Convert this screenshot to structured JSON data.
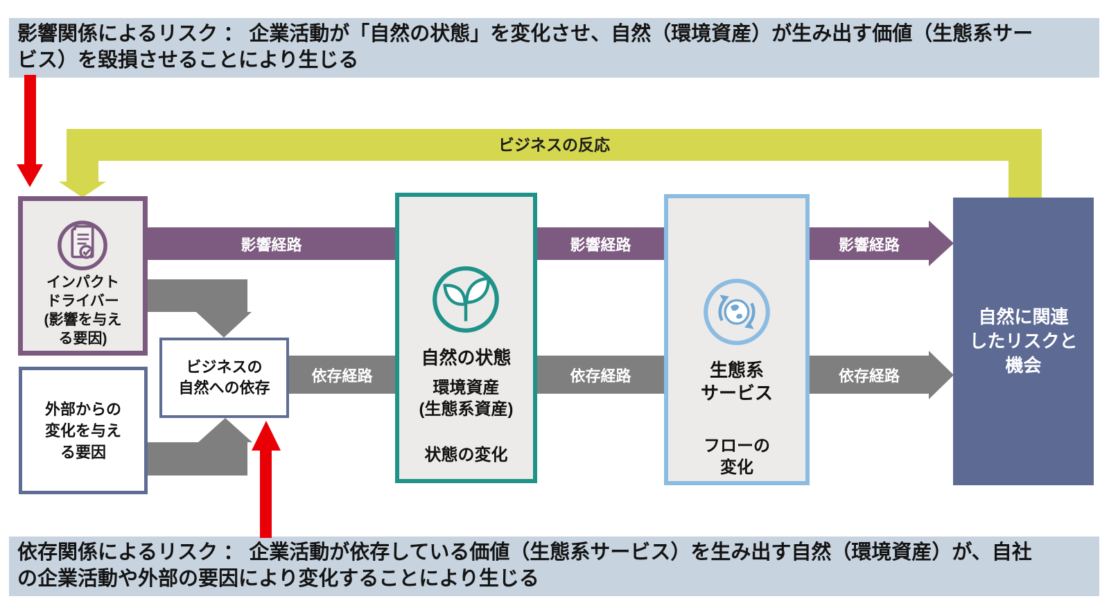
{
  "colors": {
    "banner_bg": "#c7d3df",
    "feedback_yellow": "#d5d84e",
    "impact_purple": "#7d5b80",
    "dependency_gray": "#7f7f7f",
    "nature_teal": "#1f9289",
    "ecosystem_blue": "#8cbce2",
    "risk_slate": "#5d6b94",
    "alert_red": "#e90006",
    "node_bg": "#edebe9",
    "white_node_border": "#5f6d94"
  },
  "banners": {
    "top": "影響関係によるリスク ： 企業活動が「自然の状態」を変化させ、自然（環境資産）が生み出す価値（生態系サー\nビス）を毀損させることにより生じる",
    "bottom": "依存関係によるリスク ： 企業活動が依存している価値（生態系サービス）を生み出す自然（環境資産）が、自社\nの企業活動や外部の要因により変化することにより生じる"
  },
  "feedback": {
    "label": "ビジネスの反応"
  },
  "pathways": {
    "impact_label": "影響経路",
    "dependency_label": "依存経路"
  },
  "nodes": {
    "impact_driver": {
      "label": "インパクト\nドライバー\n(影響を与え\nる要因)",
      "icon": "document-check-icon"
    },
    "external_factors": {
      "label": "外部からの\n変化を与え\nる要因"
    },
    "business_dependency": {
      "label": "ビジネスの\n自然への依存"
    },
    "nature_state": {
      "title": "自然の状態",
      "subtitle": "環境資産\n(生態系資産)",
      "change": "状態の変化",
      "icon": "leaf-icon"
    },
    "ecosystem_services": {
      "title": "生態系\nサービス",
      "change": "フローの\n変化",
      "icon": "globe-cycle-icon"
    },
    "risk_opportunity": {
      "label": "自然に関連\nしたリスクと\n機会"
    }
  }
}
